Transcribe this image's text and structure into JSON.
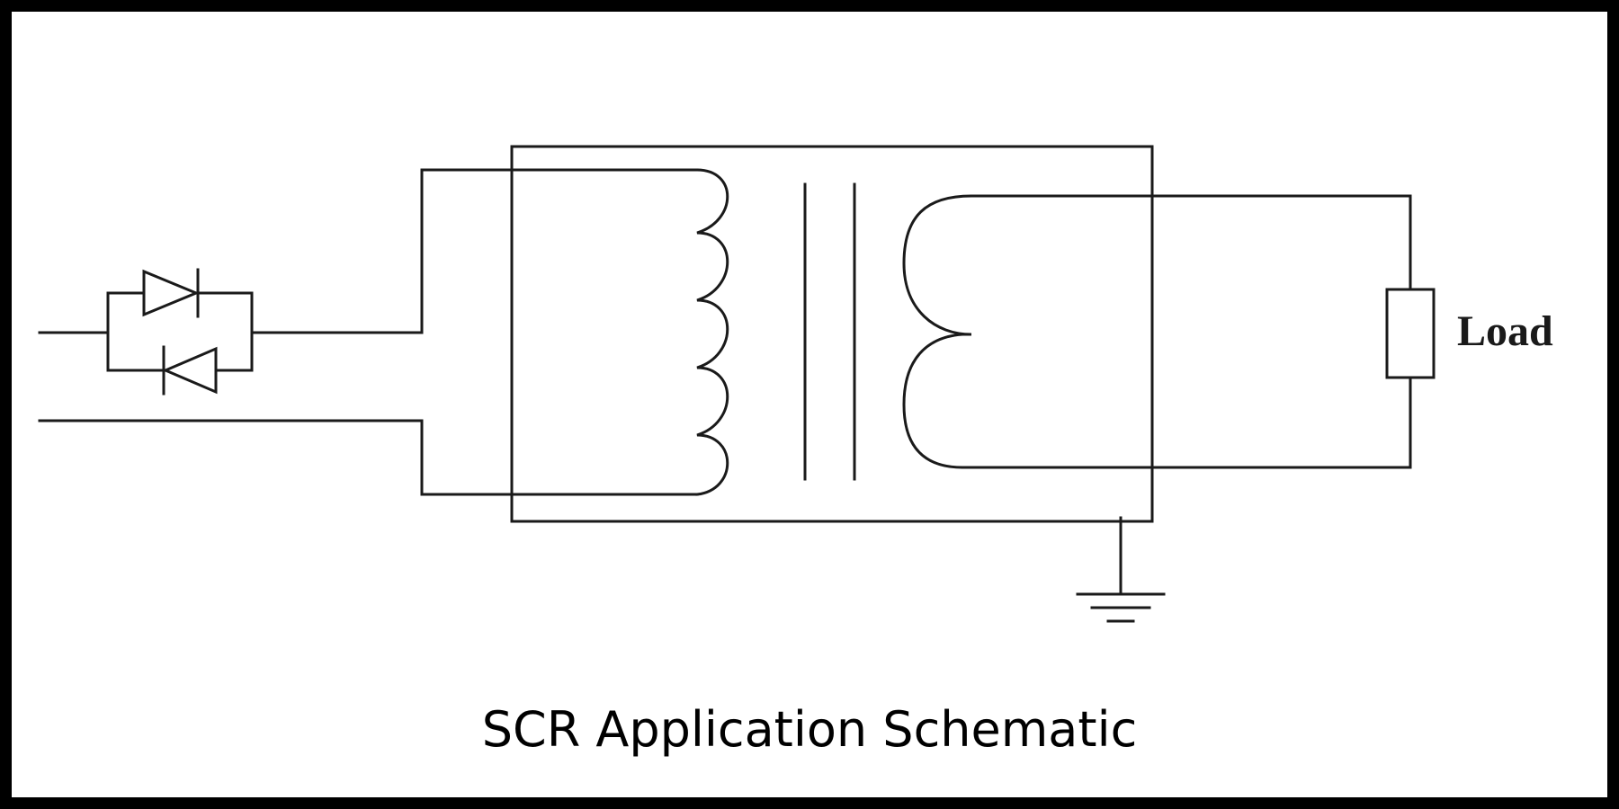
{
  "diagram": {
    "caption": "SCR Application Schematic",
    "load_label": "Load"
  },
  "colors": {
    "background": "#ffffff",
    "border": "#000000",
    "wire": "#1a1a1a",
    "label": "#1a1a1a"
  },
  "components": [
    {
      "kind": "anti-parallel-scr-pair"
    },
    {
      "kind": "transformer-enclosure"
    },
    {
      "kind": "primary-winding"
    },
    {
      "kind": "iron-core"
    },
    {
      "kind": "secondary-winding"
    },
    {
      "kind": "load-resistor"
    },
    {
      "kind": "ground"
    }
  ]
}
